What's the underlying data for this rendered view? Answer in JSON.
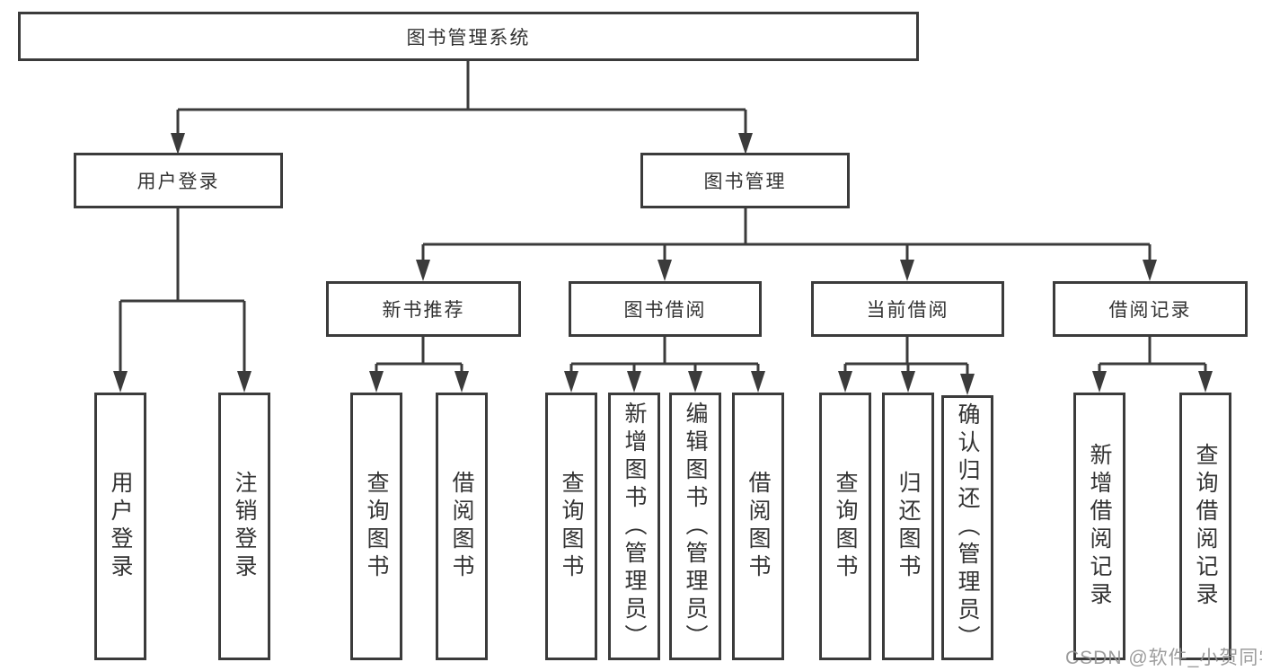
{
  "diagram": {
    "root": "图书管理系统",
    "level2": [
      "用户登录",
      "图书管理"
    ],
    "level3": [
      "新书推荐",
      "图书借阅",
      "当前借阅",
      "借阅记录"
    ],
    "leaves": {
      "user_login": [
        "用户登录",
        "注销登录"
      ],
      "new_books": [
        "查询图书",
        "借阅图书"
      ],
      "book_borrow": [
        "查询图书",
        "新增图书（管理员）",
        "编辑图书（管理员）",
        "借阅图书"
      ],
      "current_borrow": [
        "查询图书",
        "归还图书",
        "确认归还（管理员）"
      ],
      "borrow_records": [
        "新增借阅记录",
        "查询借阅记录"
      ]
    }
  },
  "watermark": "CSDN @软件_小贺同学",
  "colors": {
    "line": "#3b3b3b",
    "text": "#333333",
    "background": "#ffffff",
    "watermark": "#919191"
  }
}
